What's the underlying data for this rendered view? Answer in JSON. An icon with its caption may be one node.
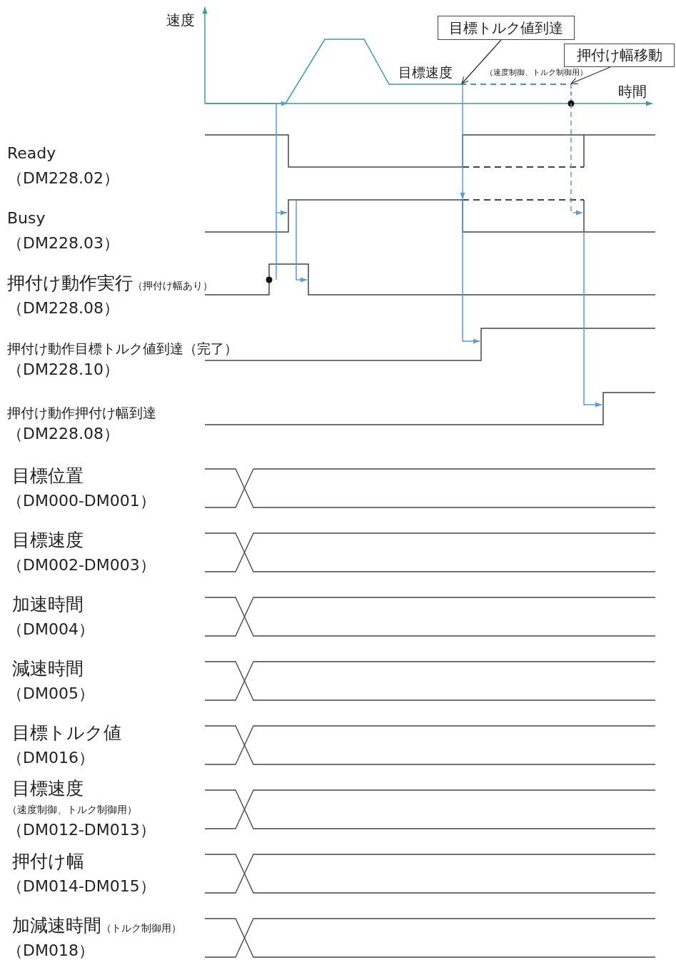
{
  "diagram": {
    "nodes": [
      {
        "text": [
          "目標トルク値到達"
        ]
      },
      {
        "text": [
          "押付け幅移動"
        ]
      },
      {
        "text": [],
        "shape": "line"
      }
    ],
    "edges": [
      {
        "from": 0,
        "to": 2,
        "arrow": "to"
      },
      {
        "from": 1,
        "to": 2,
        "arrow": "to"
      }
    ],
    "labels": [
      "速度",
      "目標速度",
      "（速度制御、トルク制御用）",
      "時間",
      "Ready",
      "（DM228.02）",
      "Busy",
      "（DM228.03）",
      "押付け動作実行",
      "（押付け幅あり）",
      "（DM228.08）",
      "押付け動作目標トルク値到達（完了）",
      "（DM228.10）",
      "押付け動作押付け幅到達",
      "（DM228.08）",
      "目標位置",
      "（DM000-DM001）",
      "目標速度",
      "（DM002-DM003）",
      "加速時間",
      "（DM004）",
      "減速時間",
      "（DM005）",
      "目標トルク値",
      "（DM016）",
      "目標速度",
      "（速度制御、トルク制御用）",
      "（DM012-DM013）",
      "押付け幅",
      "（DM014-DM015）",
      "加減速時間",
      "（トルク制御用）",
      "（DM018）"
    ]
  }
}
